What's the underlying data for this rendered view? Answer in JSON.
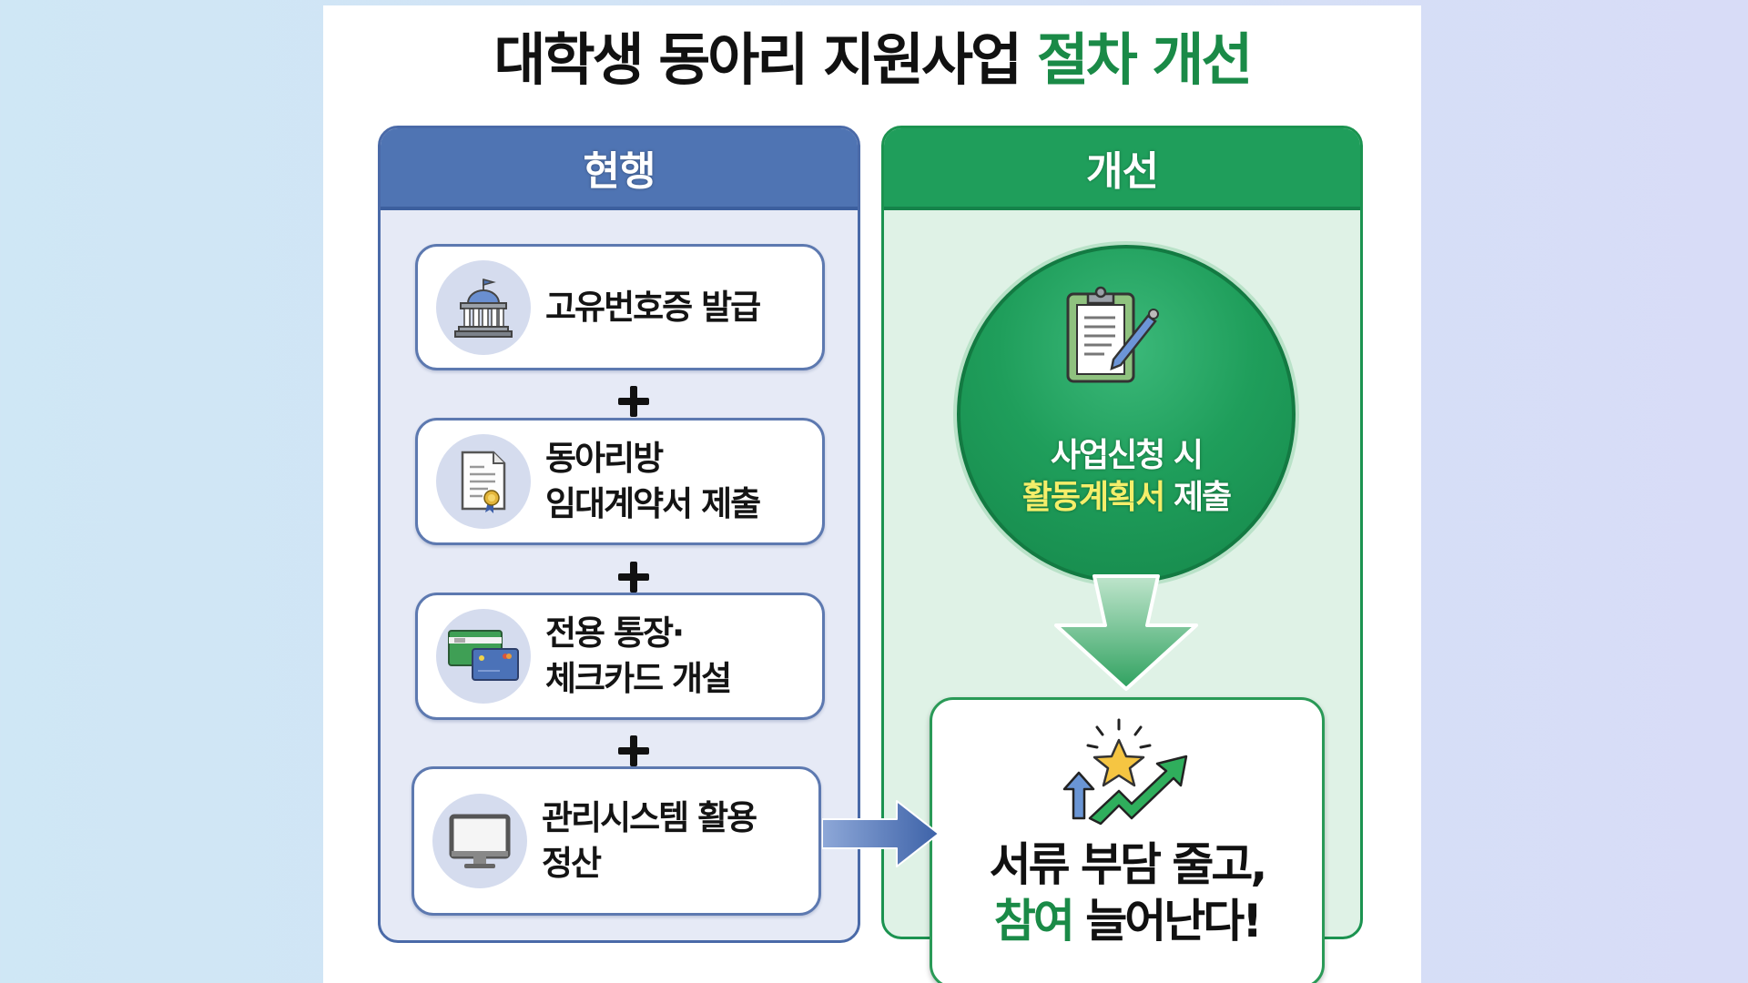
{
  "title": {
    "main": "대학생 동아리 지원사업",
    "highlight": "절차 개선",
    "highlight_color": "#1a8a47"
  },
  "current": {
    "header": "현행",
    "header_color": "#4f74b3",
    "steps": [
      {
        "icon": "government-building-icon",
        "lines": [
          "고유번호증 발급"
        ]
      },
      {
        "icon": "certificate-document-icon",
        "lines": [
          "동아리방",
          "임대계약서 제출"
        ]
      },
      {
        "icon": "bank-card-icon",
        "lines": [
          "전용 통장·",
          "체크카드 개설"
        ]
      },
      {
        "icon": "computer-monitor-icon",
        "lines": [
          "관리시스템 활용",
          "정산"
        ]
      }
    ],
    "connector": "+"
  },
  "improved": {
    "header": "개선",
    "header_color": "#1f9e5b",
    "circle": {
      "icon": "clipboard-pen-icon",
      "line1": "사업신청 시",
      "line2_highlight": "활동계획서",
      "line2_rest": " 제출",
      "highlight_color": "#f4ee6a"
    },
    "result": {
      "icon": "star-growth-icon",
      "line1": "서류 부담 줄고,",
      "line2_highlight": "참여",
      "line2_rest": " 늘어난다!"
    }
  }
}
